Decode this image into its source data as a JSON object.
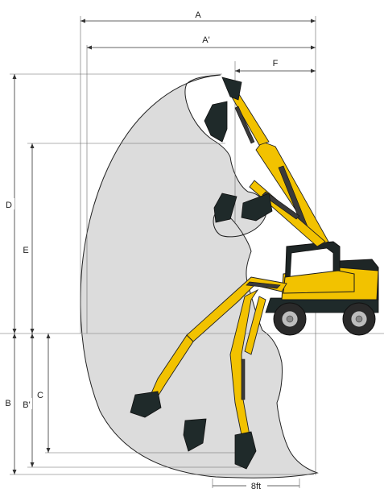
{
  "dimension_labels": {
    "A": "A",
    "A_prime": "A'",
    "F": "F",
    "D": "D",
    "E": "E",
    "B": "B",
    "B_prime": "B'",
    "C": "C",
    "scale": "8ft"
  }
}
